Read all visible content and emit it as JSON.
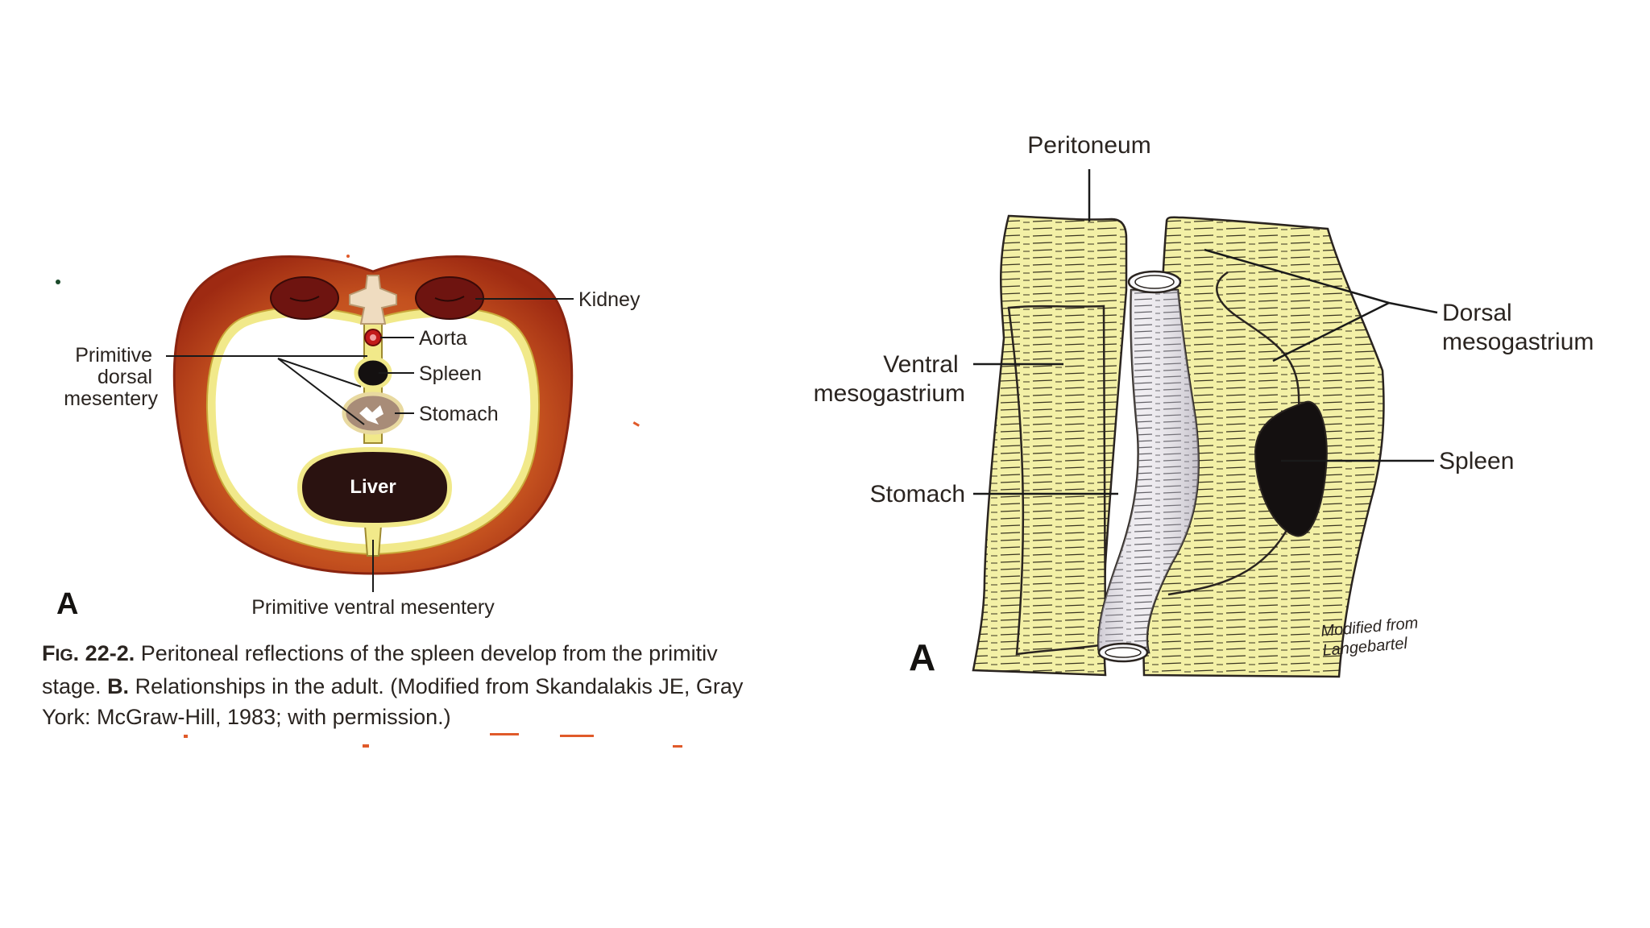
{
  "left_figure": {
    "labels": {
      "kidney": "Kidney",
      "aorta": "Aorta",
      "spleen": "Spleen",
      "stomach": "Stomach",
      "liver": "Liver",
      "primitive_dorsal_mesentery": [
        "Primitive",
        "dorsal",
        "mesentery"
      ],
      "primitive_ventral_mesentery": "Primitive ventral mesentery",
      "panel_letter": "A"
    },
    "caption": {
      "fig_prefix": "F",
      "fig_prefix_small": "IG",
      "fig_number": ". 22-2.",
      "line1_text": " Peritoneal reflections of the spleen develop from the primitiv",
      "line2_start": "stage. ",
      "line2_bold": "B.",
      "line2_text": " Relationships in the adult. (Modified from Skandalakis JE, Gray",
      "line3_text": "York: McGraw-Hill, 1983; with permission.)"
    }
  },
  "right_figure": {
    "labels": {
      "peritoneum": "Peritoneum",
      "dorsal_mesogastrium": [
        "Dorsal",
        "mesogastrium"
      ],
      "ventral_mesogastrium": [
        "Ventral",
        "mesogastrium"
      ],
      "stomach": "Stomach",
      "spleen": "Spleen",
      "panel_letter": "A",
      "credit": [
        "Modified from",
        "Langebartel"
      ]
    }
  },
  "colors": {
    "body_wall_dark": "#9e2a12",
    "body_wall_light": "#d2702c",
    "mesentery_yellow": "#f1e98a",
    "organ_dark": "#2a1210",
    "peritoneum_yellow": "#f3f0a6",
    "stomach_gray": "#ece9ee"
  }
}
